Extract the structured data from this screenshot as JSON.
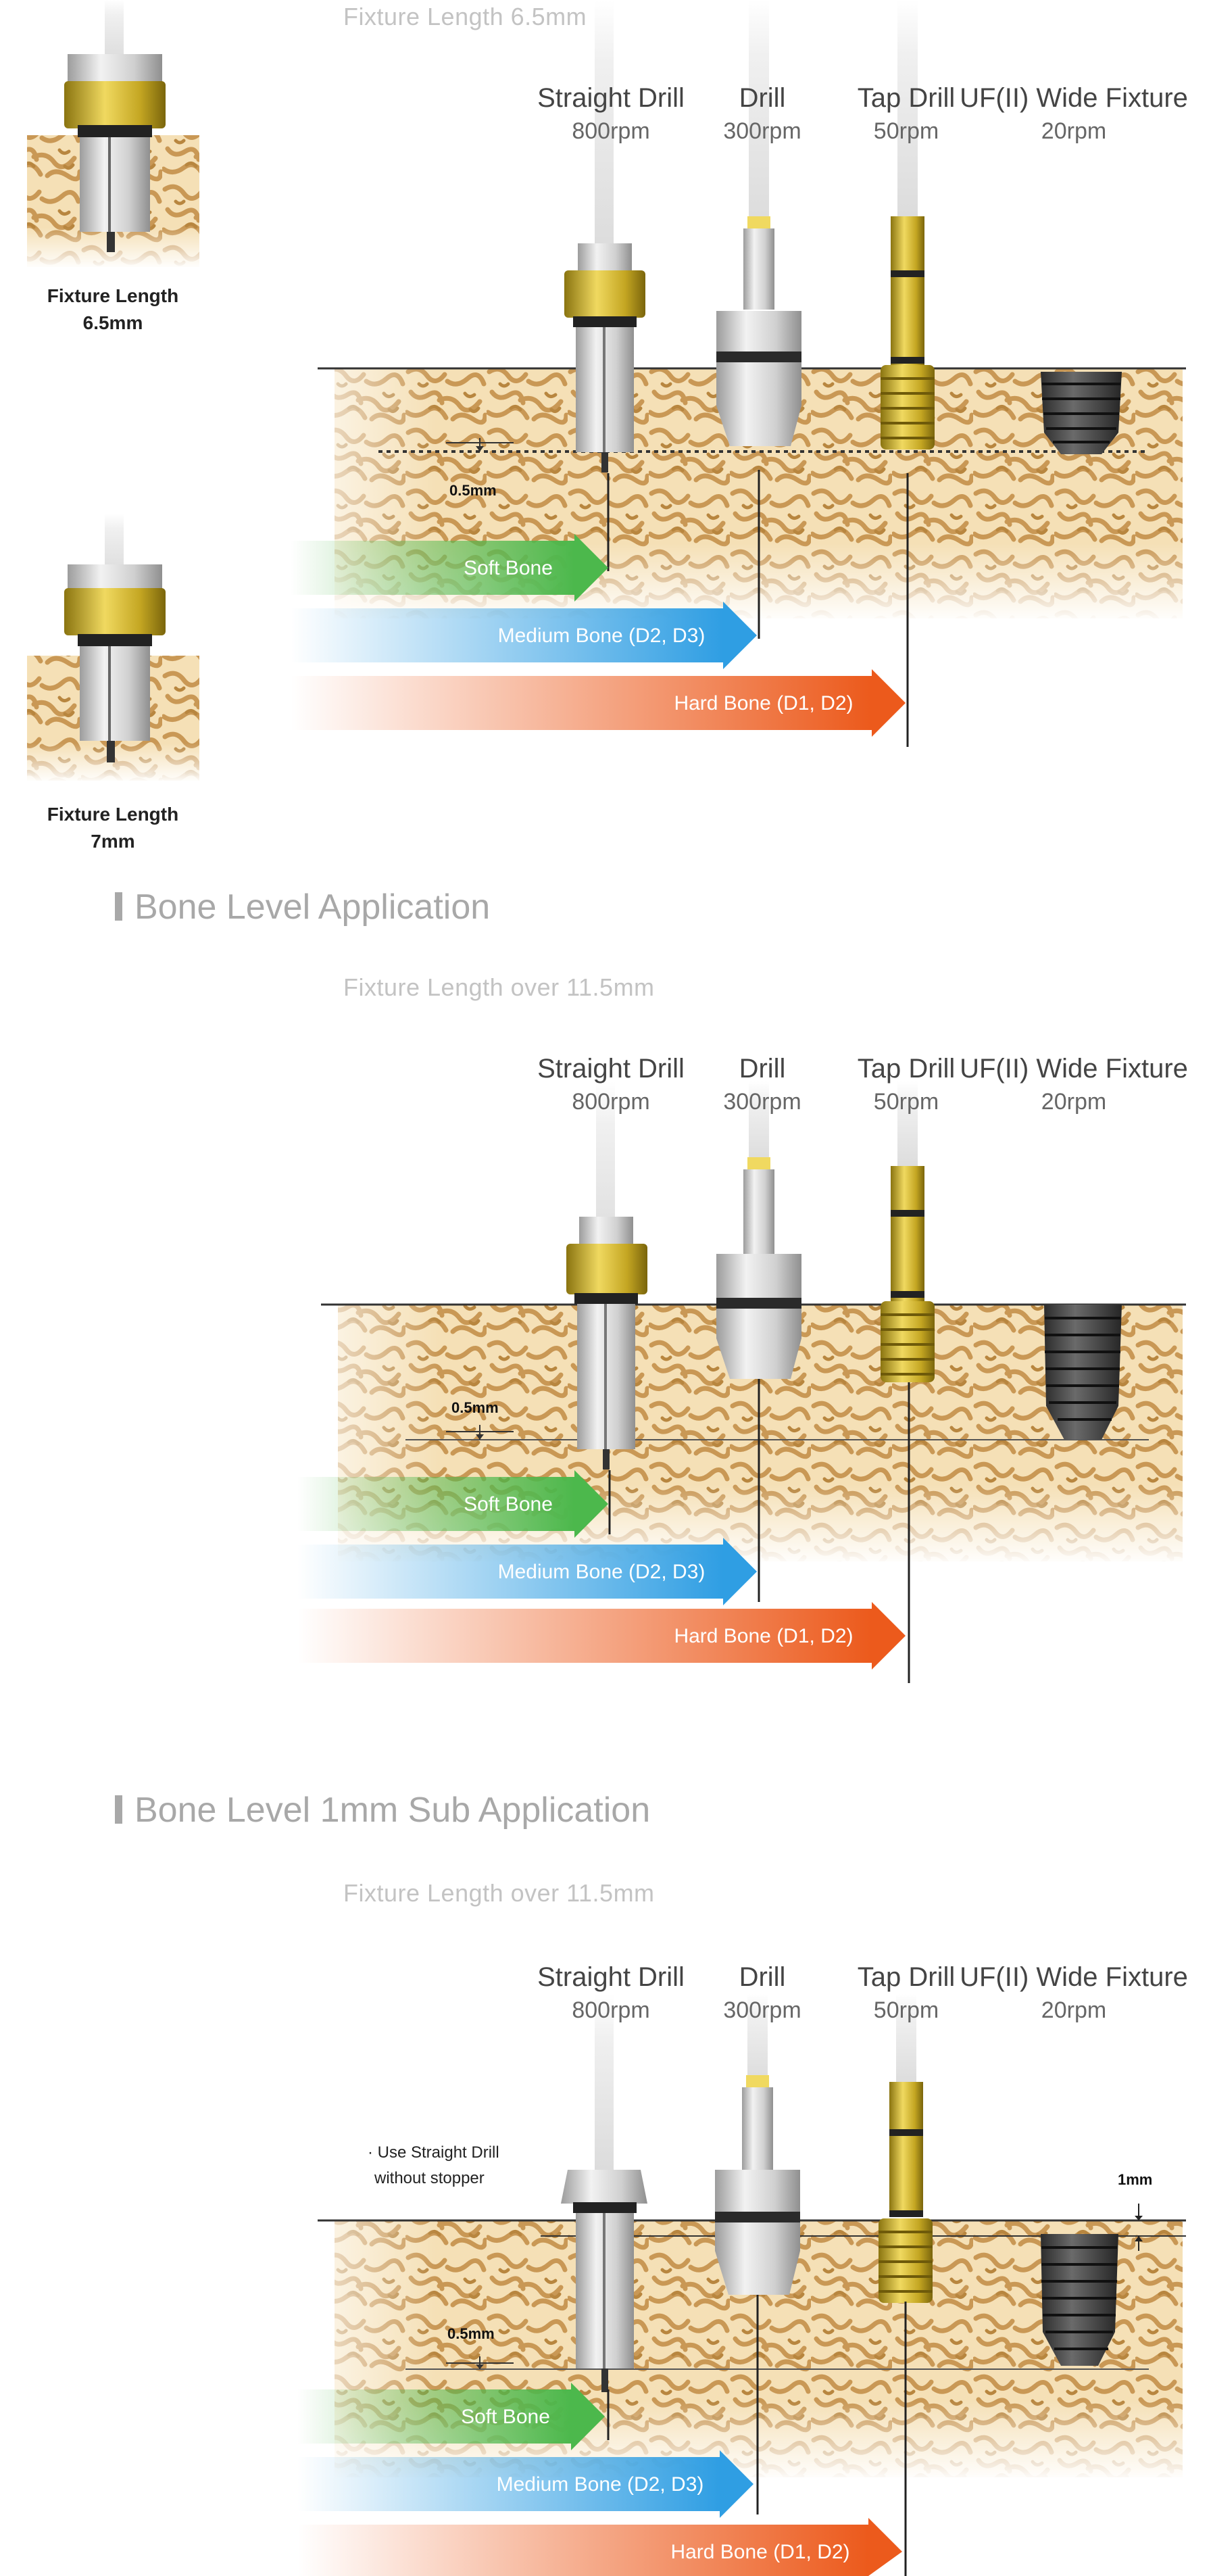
{
  "sections": [
    {
      "title": "",
      "fixture_length": "Fixture Length 6.5mm",
      "tools": [
        {
          "name": "Straight Drill",
          "rpm": "800rpm"
        },
        {
          "name": "Drill",
          "rpm": "300rpm"
        },
        {
          "name": "Tap Drill",
          "rpm": "50rpm"
        },
        {
          "name": "UF(II) Wide Fixture",
          "rpm": "20rpm"
        }
      ],
      "depth_label": "0.5mm",
      "arrows": [
        {
          "label": "Soft Bone",
          "color": "#4cb84c"
        },
        {
          "label": "Medium Bone (D2, D3)",
          "color": "#2f9ee3"
        },
        {
          "label": "Hard Bone (D1, D2)",
          "color": "#ec5a1c"
        }
      ]
    },
    {
      "title": "Bone Level Application",
      "fixture_length": "Fixture Length over 11.5mm",
      "tools": [
        {
          "name": "Straight Drill",
          "rpm": "800rpm"
        },
        {
          "name": "Drill",
          "rpm": "300rpm"
        },
        {
          "name": "Tap Drill",
          "rpm": "50rpm"
        },
        {
          "name": "UF(II) Wide Fixture",
          "rpm": "20rpm"
        }
      ],
      "depth_label": "0.5mm",
      "arrows": [
        {
          "label": "Soft Bone",
          "color": "#4cb84c"
        },
        {
          "label": "Medium Bone (D2, D3)",
          "color": "#2f9ee3"
        },
        {
          "label": "Hard Bone (D1, D2)",
          "color": "#ec5a1c"
        }
      ]
    },
    {
      "title": "Bone Level 1mm Sub Application",
      "fixture_length": "Fixture Length over 11.5mm",
      "tools": [
        {
          "name": "Straight Drill",
          "rpm": "800rpm"
        },
        {
          "name": "Drill",
          "rpm": "300rpm"
        },
        {
          "name": "Tap Drill",
          "rpm": "50rpm"
        },
        {
          "name": "UF(II) Wide Fixture",
          "rpm": "20rpm"
        }
      ],
      "depth_label": "0.5mm",
      "sub_label": "1mm",
      "note": [
        "· Use Straight Drill",
        "without stopper"
      ],
      "arrows": [
        {
          "label": "Soft Bone",
          "color": "#4cb84c"
        },
        {
          "label": "Medium Bone (D2, D3)",
          "color": "#2f9ee3"
        },
        {
          "label": "Hard Bone (D1, D2)",
          "color": "#ec5a1c"
        }
      ]
    }
  ],
  "side_examples": [
    {
      "label_line1": "Fixture Length",
      "label_line2": "6.5mm"
    },
    {
      "label_line1": "Fixture Length",
      "label_line2": "7mm"
    }
  ],
  "colors": {
    "bone_bg": "#f3dcb0",
    "bone_pattern": "#c99c55",
    "gold": "#c4a622",
    "steel": "#d6d6d6"
  }
}
